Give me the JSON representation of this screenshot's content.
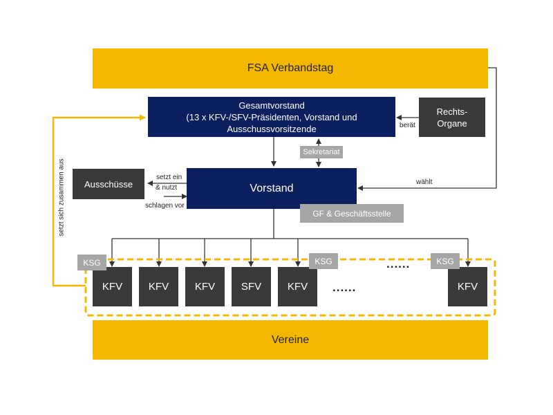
{
  "colors": {
    "yellow": "#f5b800",
    "navy": "#0c1f5e",
    "dark_grey": "#3a3a3a",
    "light_grey": "#a6a6a6",
    "dashed_border": "#f5b800"
  },
  "top_bar": {
    "label": "FSA Verbandstag"
  },
  "bottom_bar": {
    "label": "Vereine"
  },
  "gesamtvorstand": {
    "line1": "Gesamtvorstand",
    "line2": "(13 x KFV-/SFV-Präsidenten, Vorstand und",
    "line3": "Ausschussvorsitzende"
  },
  "rechtsorgane": {
    "line1": "Rechts-",
    "line2": "Organe"
  },
  "vorstand": {
    "label": "Vorstand"
  },
  "sekretariat": {
    "label": "Sekretariat"
  },
  "gf": {
    "label": "GF & Geschäftsstelle"
  },
  "ausschuesse": {
    "label": "Ausschüsse"
  },
  "edge_labels": {
    "beraet": "berät",
    "waehlt": "wählt",
    "setzt_ein_1": "setzt ein",
    "setzt_ein_2": "& nutzt",
    "schlagen_vor": "schlagen vor",
    "setzt_zusammen": "setzt sich zusammen aus"
  },
  "units": [
    "KFV",
    "KFV",
    "KFV",
    "SFV",
    "KFV",
    "KFV"
  ],
  "ksg": [
    "KSG",
    "KSG",
    "KSG"
  ],
  "ellipsis": [
    "......",
    "......"
  ]
}
